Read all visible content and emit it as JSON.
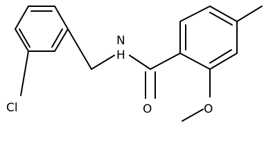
{
  "molecule": {
    "atoms": {
      "nh": "N",
      "nh_h": "H",
      "carbonyl_o": "O",
      "methoxy_o": "O",
      "chloro": "Cl"
    },
    "bond_color": "#000000",
    "background": "#ffffff"
  }
}
